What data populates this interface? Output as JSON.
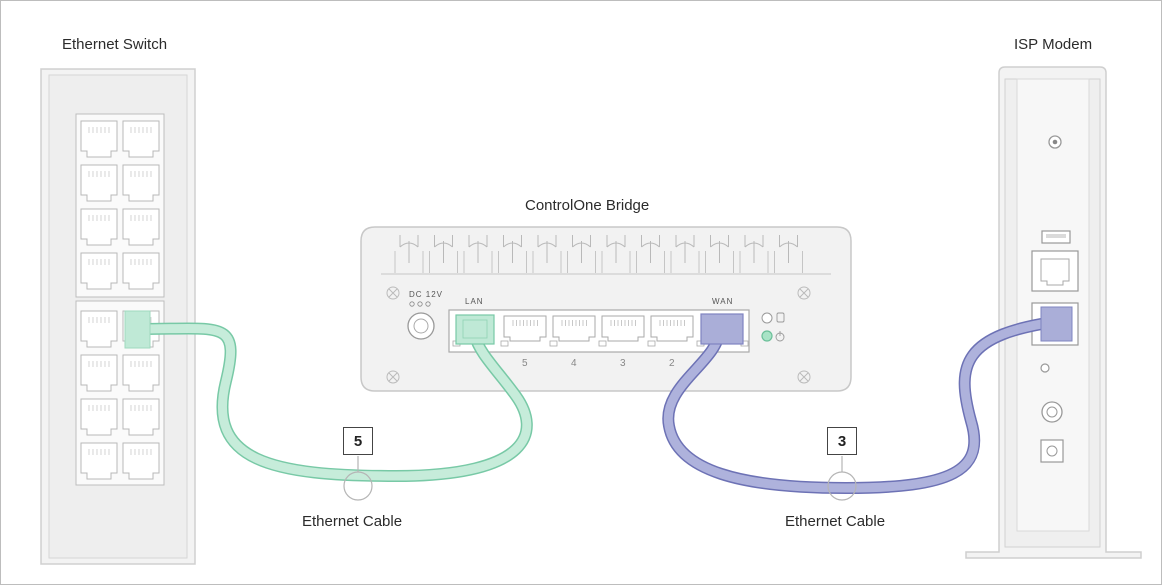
{
  "labels": {
    "switch_title": "Ethernet Switch",
    "modem_title": "ISP Modem",
    "bridge_title": "ControlOne Bridge",
    "cable_left": "Ethernet Cable",
    "cable_right": "Ethernet Cable"
  },
  "bridge": {
    "power_label": "DC 12V",
    "lan_label": "LAN",
    "wan_label": "WAN",
    "port_numbers": [
      "5",
      "4",
      "3",
      "2"
    ]
  },
  "steps": {
    "left": "5",
    "right": "3"
  },
  "colors": {
    "green_cable": "#bfe9d6",
    "green_stroke": "#78c9a6",
    "purple_cable": "#aaaed8",
    "purple_stroke": "#6d72b5",
    "device_fill": "#f2f2f2",
    "device_stroke": "#c8c8c8",
    "line": "#b5b5b5"
  }
}
